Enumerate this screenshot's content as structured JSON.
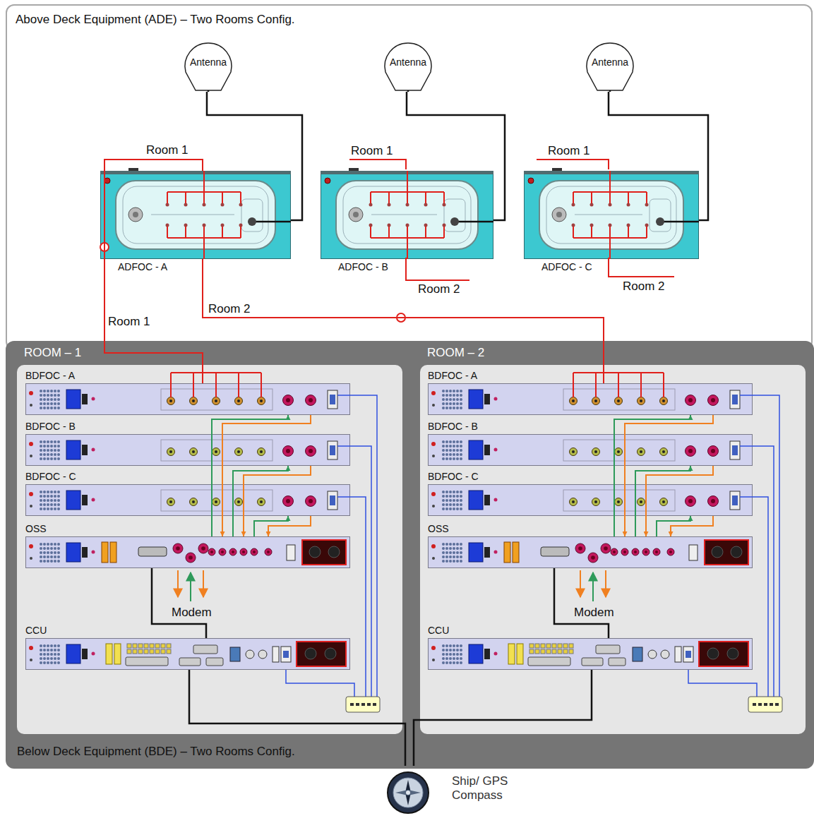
{
  "diagram": {
    "nodes": [
      {
        "text": [
          "Above Deck Equipment (ADE) – Two Rooms Config."
        ]
      },
      {
        "text": [
          "Antenna"
        ],
        "in": 0
      },
      {
        "text": [
          "Antenna"
        ],
        "in": 0
      },
      {
        "text": [
          "Antenna"
        ],
        "in": 0
      },
      {
        "text": [
          "ADFOC - A"
        ],
        "in": 0
      },
      {
        "text": [
          "ADFOC - B"
        ],
        "in": 0
      },
      {
        "text": [
          "ADFOC - C"
        ],
        "in": 0
      },
      {
        "text": [
          "Below Deck Equipment (BDE) – Two Rooms Config."
        ]
      },
      {
        "text": [
          "ROOM – 1"
        ],
        "in": 7
      },
      {
        "text": [
          "BDFOC - A"
        ],
        "in": 8
      },
      {
        "text": [
          "BDFOC - B"
        ],
        "in": 8
      },
      {
        "text": [
          "BDFOC - C"
        ],
        "in": 8
      },
      {
        "text": [
          "OSS"
        ],
        "in": 8
      },
      {
        "text": [
          "CCU"
        ],
        "in": 8
      },
      {
        "text": [
          "ROOM – 2"
        ],
        "in": 7
      },
      {
        "text": [
          "BDFOC - A"
        ],
        "in": 14
      },
      {
        "text": [
          "BDFOC - B"
        ],
        "in": 14
      },
      {
        "text": [
          "BDFOC - C"
        ],
        "in": 14
      },
      {
        "text": [
          "OSS"
        ],
        "in": 14
      },
      {
        "text": [
          "CCU"
        ],
        "in": 14
      },
      {
        "text": [
          "Ship/ GPS Compass"
        ]
      }
    ],
    "edges": [
      {
        "from": 1,
        "to": 4,
        "arrow": "none"
      },
      {
        "from": 2,
        "to": 5,
        "arrow": "none"
      },
      {
        "from": 3,
        "to": 6,
        "arrow": "none"
      },
      {
        "from": 4,
        "to": 9,
        "arrow": "none",
        "label": "Room 1"
      },
      {
        "from": 4,
        "to": 15,
        "arrow": "none",
        "label": "Room 2"
      },
      {
        "from": 12,
        "to": 9,
        "arrow": "to"
      },
      {
        "from": 9,
        "to": 12,
        "arrow": "to"
      },
      {
        "from": 12,
        "to": 10,
        "arrow": "to"
      },
      {
        "from": 10,
        "to": 12,
        "arrow": "to"
      },
      {
        "from": 12,
        "to": 11,
        "arrow": "to"
      },
      {
        "from": 11,
        "to": 12,
        "arrow": "to"
      },
      {
        "from": 12,
        "to": 13,
        "arrow": "none"
      },
      {
        "from": 18,
        "to": 15,
        "arrow": "to"
      },
      {
        "from": 15,
        "to": 18,
        "arrow": "to"
      },
      {
        "from": 18,
        "to": 16,
        "arrow": "to"
      },
      {
        "from": 16,
        "to": 18,
        "arrow": "to"
      },
      {
        "from": 18,
        "to": 17,
        "arrow": "to"
      },
      {
        "from": 17,
        "to": 18,
        "arrow": "to"
      },
      {
        "from": 18,
        "to": 19,
        "arrow": "none"
      },
      {
        "from": 13,
        "to": 20,
        "arrow": "none"
      },
      {
        "from": 19,
        "to": 20,
        "arrow": "none"
      }
    ],
    "labels": [
      "Room 1",
      "Room 1",
      "Room 2",
      "Room 1",
      "Room 2",
      "Modem",
      "Modem"
    ]
  }
}
